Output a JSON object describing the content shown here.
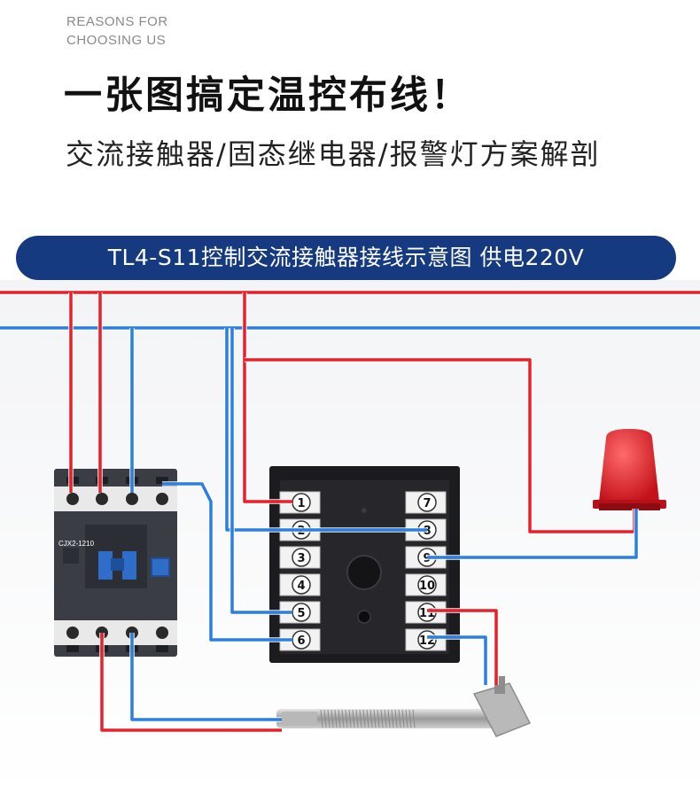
{
  "header": {
    "eyebrow_line1": "REASONS FOR",
    "eyebrow_line2": "CHOOSING US",
    "title": "一张图搞定温控布线！",
    "subtitle": "交流接触器/固态继电器/报警灯方案解剖"
  },
  "banner": {
    "text": "TL4-S11控制交流接触器接线示意图 供电220V"
  },
  "diagram": {
    "colors": {
      "live_wire": "#e8202c",
      "neutral_wire": "#2a7fe0",
      "controller_body": "#1c1c20",
      "contactor_body": "#3a3d44",
      "banner": "#163a80",
      "alarm_lamp": "#e81c24"
    },
    "contactor": {
      "model": "CJX2-1210"
    },
    "controller": {
      "terminals_left": [
        "1",
        "2",
        "3",
        "4",
        "5",
        "6"
      ],
      "terminals_right": [
        "7",
        "8",
        "9",
        "10",
        "11",
        "12"
      ]
    }
  }
}
